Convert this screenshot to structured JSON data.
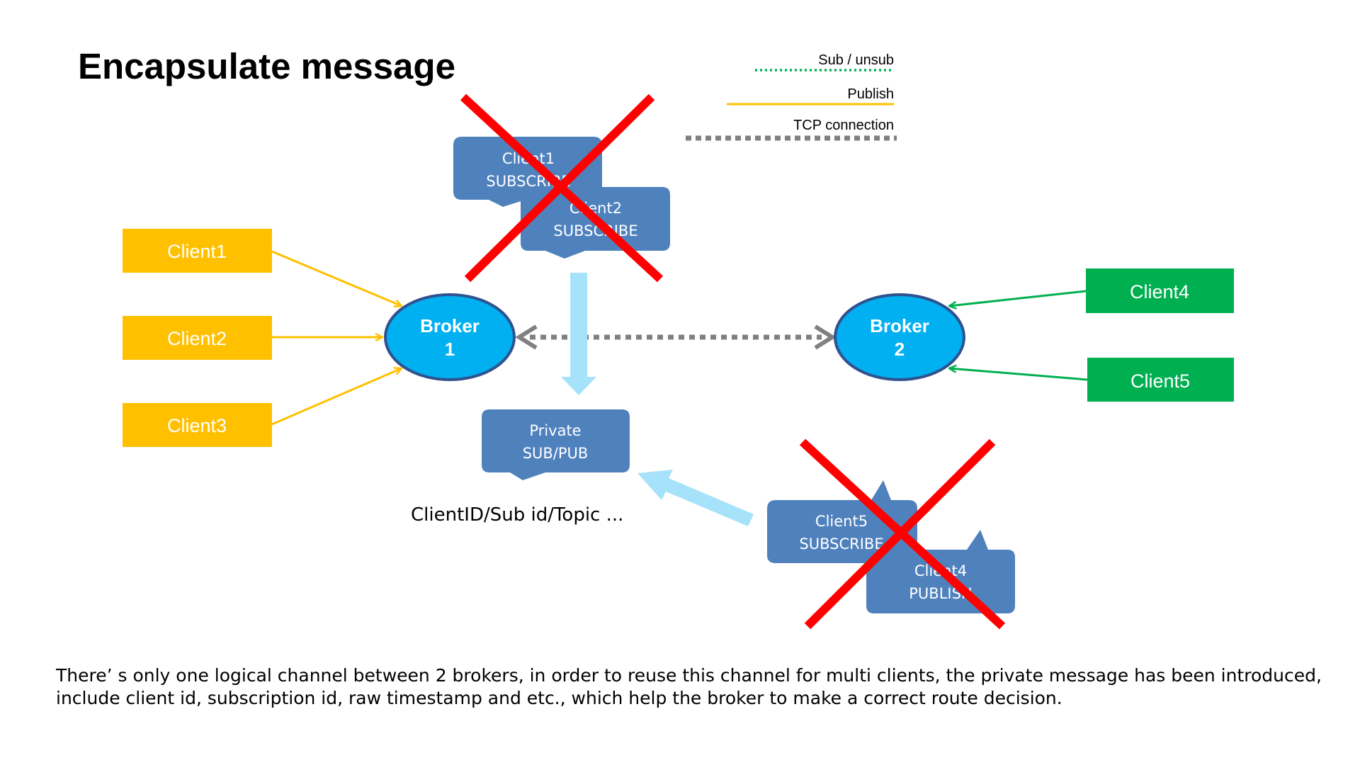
{
  "title": "Encapsulate message",
  "legend": {
    "sub_unsub": "Sub / unsub",
    "publish": "Publish",
    "tcp": "TCP connection"
  },
  "clients_left": [
    {
      "label": "Client1"
    },
    {
      "label": "Client2"
    },
    {
      "label": "Client3"
    }
  ],
  "clients_right": [
    {
      "label": "Client4"
    },
    {
      "label": "Client5"
    }
  ],
  "brokers": [
    {
      "line1": "Broker",
      "line2": "1"
    },
    {
      "line1": "Broker",
      "line2": "2"
    }
  ],
  "callouts": {
    "top_back": {
      "line1": "Client1",
      "line2": "SUBSCRIBE"
    },
    "top_front": {
      "line1": "Client2",
      "line2": "SUBSCRIBE"
    },
    "private": {
      "line1": "Private",
      "line2": "SUB/PUB"
    },
    "bottom_back": {
      "line1": "Client5",
      "line2": "SUBSCRIBE"
    },
    "bottom_front": {
      "line1": "Client4",
      "line2": "PUBLISH"
    }
  },
  "private_caption": "ClientID/Sub id/Topic ...",
  "footnote": "There’ s only one logical channel between 2 brokers, in order to reuse this channel for multi clients, the private message has been introduced, include client id, subscription id, raw timestamp and etc., which help the broker to make a correct route decision.",
  "colors": {
    "client_left": "#FFC000",
    "client_right": "#00B050",
    "broker_fill": "#00B0F0",
    "broker_stroke": "#2F528F",
    "callout": "#4F81BD",
    "sub_line": "#00B050",
    "pub_line": "#FFC000",
    "tcp_line": "#808080",
    "light_arrow": "#A6E3FA",
    "cross": "#FF0000"
  }
}
